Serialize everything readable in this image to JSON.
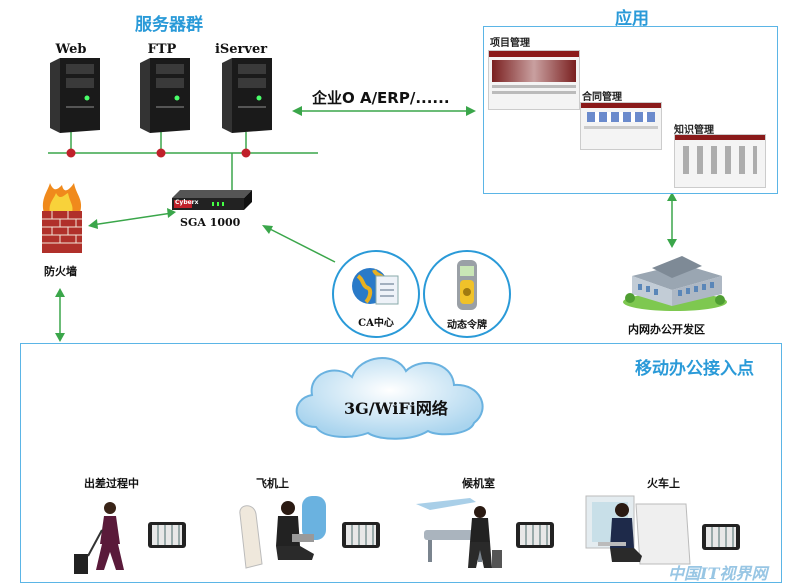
{
  "server_group": {
    "title": "服务器群",
    "servers": [
      {
        "label": "Web"
      },
      {
        "label": "FTP"
      },
      {
        "label": "iServer"
      }
    ]
  },
  "apps": {
    "title": "应用",
    "items": [
      {
        "label": "项目管理"
      },
      {
        "label": "合同管理"
      },
      {
        "label": "知识管理"
      }
    ]
  },
  "connection_label": "企业O A/ERP/......",
  "firewall_label": "防火墙",
  "gateway_label": "SGA 1000",
  "gateway_brand": "Cyberx",
  "ca_label": "CA中心",
  "token_label": "动态令牌",
  "intranet_label": "内网办公开发区",
  "mobile": {
    "title": "移动办公接入点",
    "cloud_label": "3G/WiFi网络",
    "endpoints": [
      {
        "label": "出差过程中"
      },
      {
        "label": "飞机上"
      },
      {
        "label": "候机室"
      },
      {
        "label": "火车上"
      }
    ]
  },
  "watermark": "中国IT视界网",
  "colors": {
    "title_blue": "#2a9ad8",
    "line_green": "#3aa64a",
    "dot_red": "#c0202a",
    "box_border": "#5bb5e6"
  }
}
